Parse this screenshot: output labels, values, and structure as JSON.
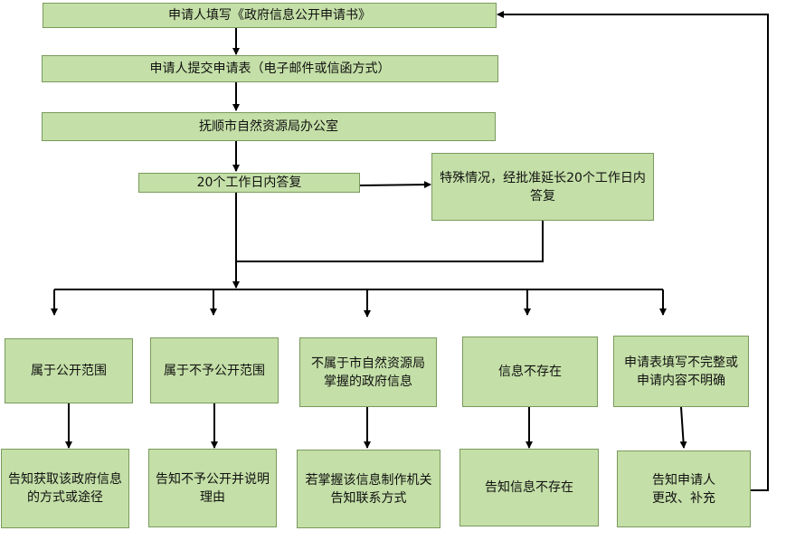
{
  "colors": {
    "box_fill": "#c4dfa7",
    "box_border": "#7a9a5c",
    "line": "#000000"
  },
  "steps": {
    "fill_form": "申请人填写《政府信息公开申请书》",
    "submit": "申请人提交申请表（电子邮件或信函方式）",
    "office": "抚顺市自然资源局办公室",
    "reply_20": "20个工作日内答复",
    "extension": "特殊情况，经批准延长20个工作日内\n答复"
  },
  "categories": [
    {
      "label": "属于公开范围",
      "result": "告知获取该政府信息\n的方式或途径"
    },
    {
      "label": "属于不予公开范围",
      "result": "告知不予公开并说明\n理由"
    },
    {
      "label": "不属于市自然资源局\n掌握的政府信息",
      "result": "若掌握该信息制作机关\n告知联系方式"
    },
    {
      "label": "信息不存在",
      "result": "告知信息不存在"
    },
    {
      "label": "申请表填写不完整或\n申请内容不明确",
      "result": "告知申请人\n更改、补充"
    }
  ]
}
